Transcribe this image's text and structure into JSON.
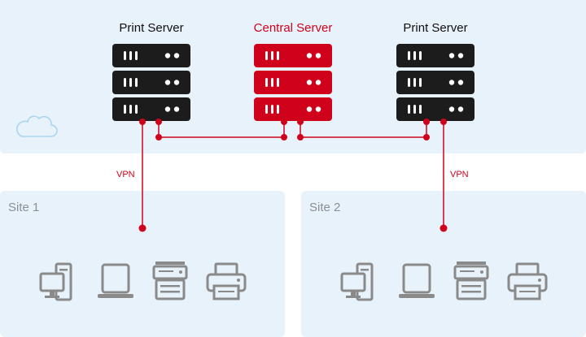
{
  "servers": {
    "left": {
      "title": "Print Server"
    },
    "center": {
      "title": "Central Server"
    },
    "right": {
      "title": "Print Server"
    }
  },
  "links": {
    "left_vpn": "VPN",
    "right_vpn": "VPN"
  },
  "sites": [
    {
      "label": "Site 1",
      "devices": [
        "desktop-pc-icon",
        "laptop-icon",
        "multifunction-printer-icon",
        "printer-icon"
      ]
    },
    {
      "label": "Site 2",
      "devices": [
        "desktop-pc-icon",
        "laptop-icon",
        "multifunction-printer-icon",
        "printer-icon"
      ]
    }
  ],
  "colors": {
    "accent": "#d0021b",
    "server_dark": "#1c1c1c",
    "panel": "#e8f2fb",
    "device": "#8a8a8a",
    "cloud": "#a8d4f0"
  }
}
